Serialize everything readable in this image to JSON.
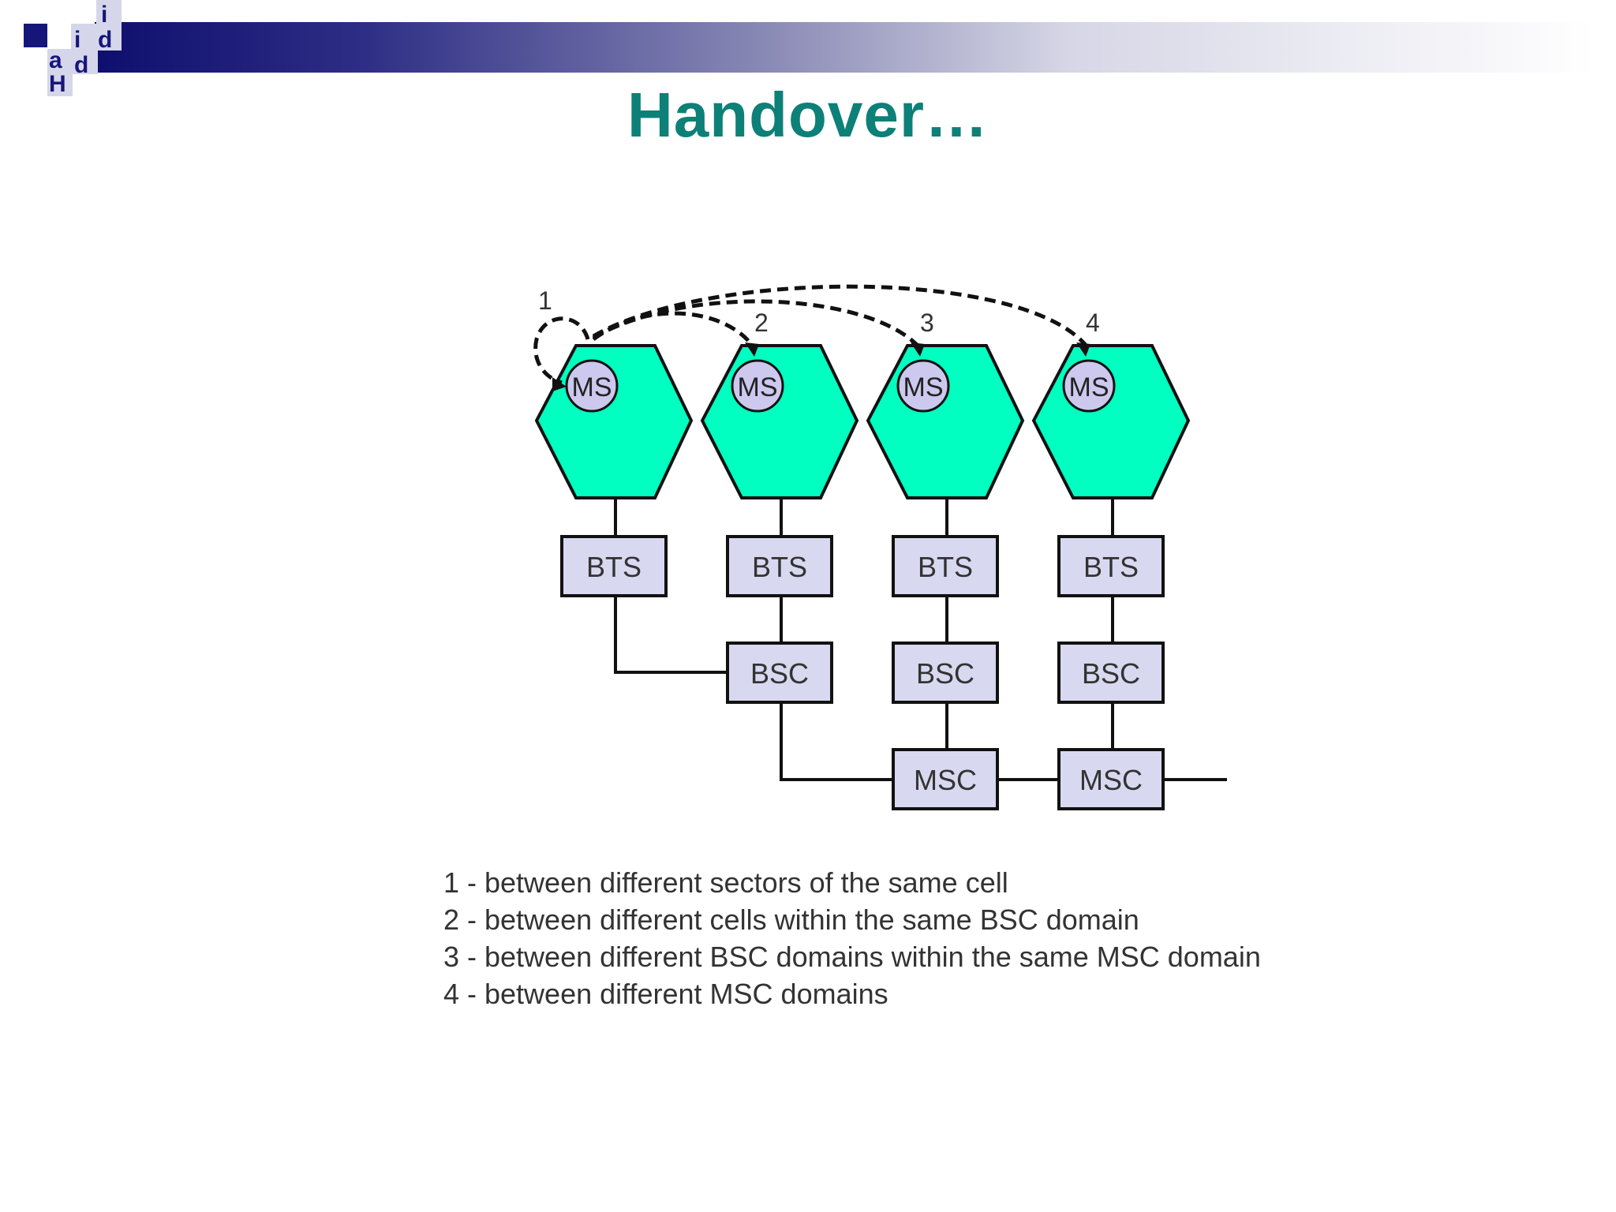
{
  "slide": {
    "title": "Handover…",
    "logo_letters": [
      "i",
      "i",
      "d",
      "a",
      "d",
      "H"
    ]
  },
  "colors": {
    "cell": "#00ffc0",
    "box": "#d8d8f0",
    "title": "#0d8078",
    "header_dark": "#0e0e6e"
  },
  "diagram": {
    "cells": [
      {
        "ms": "MS",
        "bts": "BTS"
      },
      {
        "ms": "MS",
        "bts": "BTS"
      },
      {
        "ms": "MS",
        "bts": "BTS"
      },
      {
        "ms": "MS",
        "bts": "BTS"
      }
    ],
    "bsc": [
      "BSC",
      "BSC",
      "BSC"
    ],
    "msc": [
      "MSC",
      "MSC"
    ],
    "handover_numbers": [
      "1",
      "2",
      "3",
      "4"
    ]
  },
  "legend": [
    "1 - between different sectors of the same cell",
    "2 - between different cells within the same BSC domain",
    "3 - between different BSC domains within the same MSC domain",
    "4 - between different MSC domains"
  ]
}
